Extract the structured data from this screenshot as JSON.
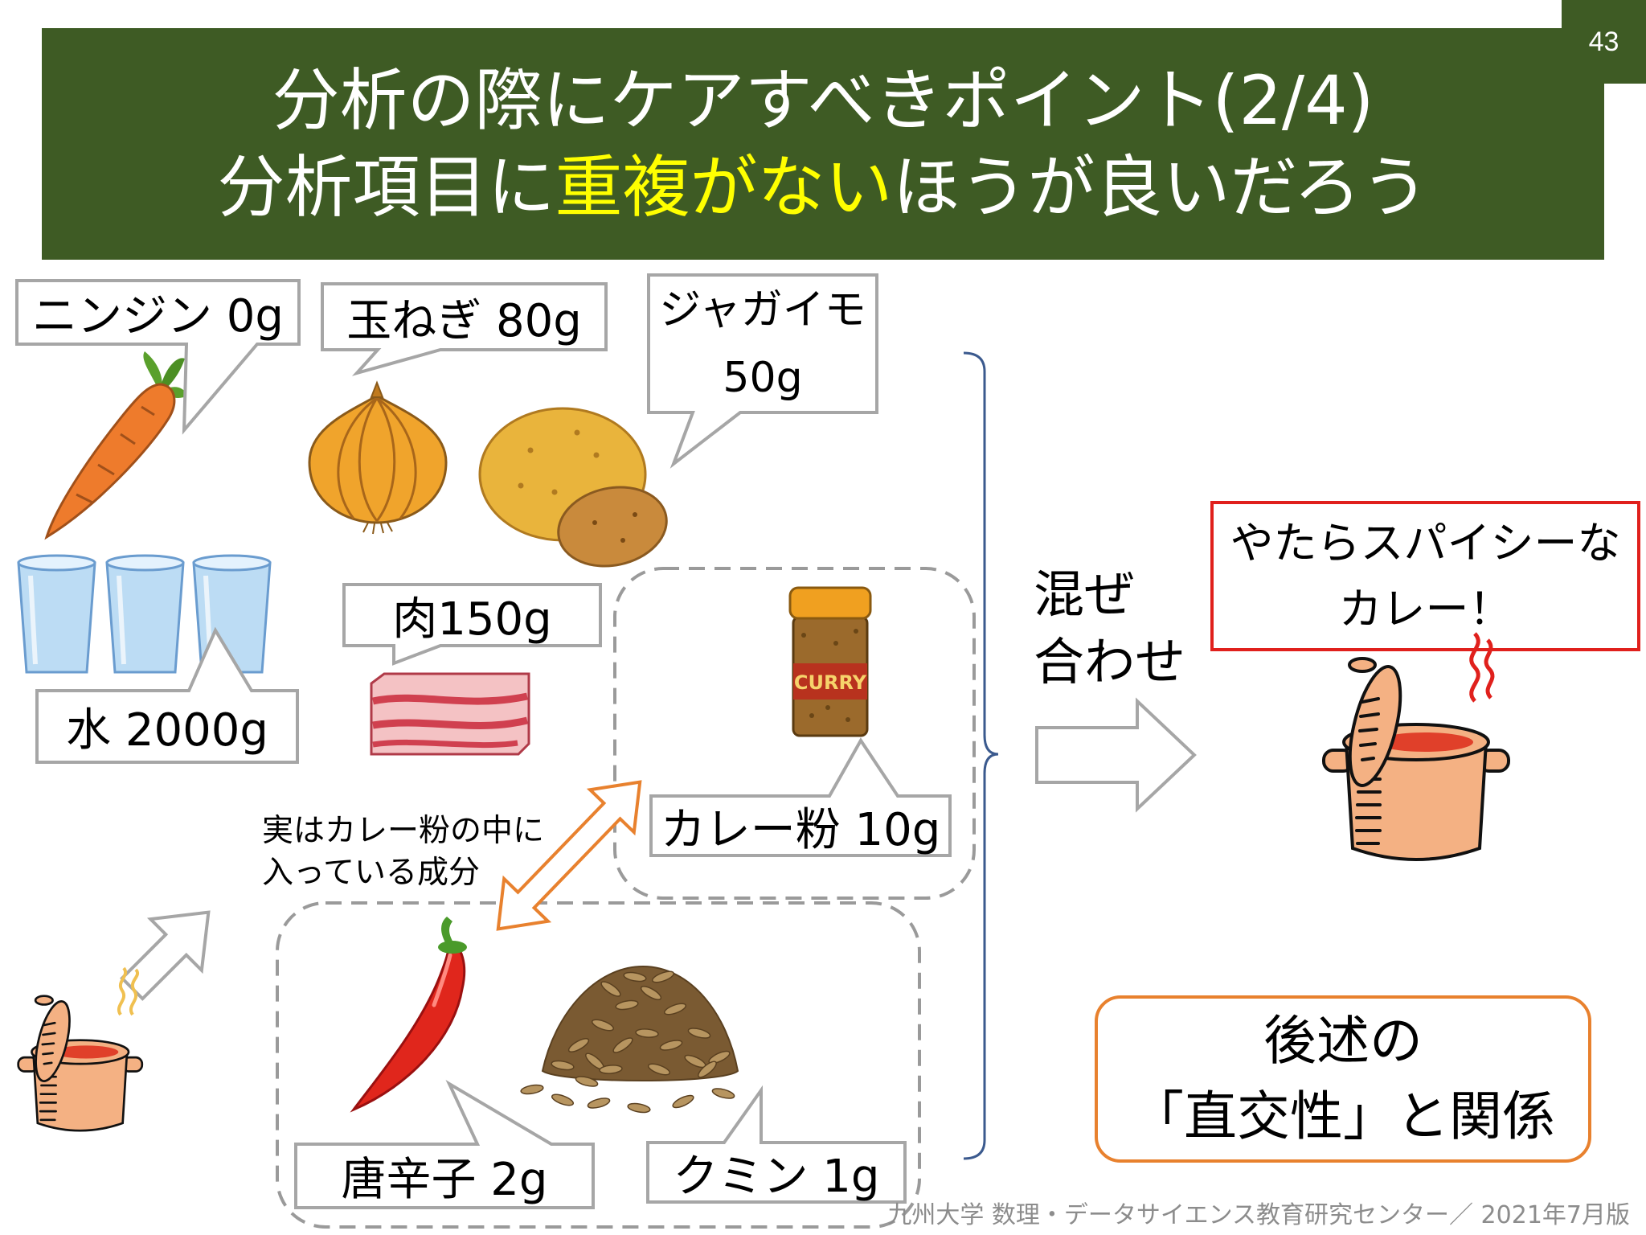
{
  "slide": {
    "page_number": "43",
    "title_line1": "分析の際にケアすべきポイント(2/4)",
    "title_line2": {
      "before": "分析項目に",
      "highlight": "重複がない",
      "after": "ほうが良いだろう"
    },
    "footer": "九州大学 数理・データサイエンス教育研究センター／ 2021年7月版"
  },
  "ingredients": {
    "carrot": "ニンジン 0g",
    "onion": "玉ねぎ 80g",
    "potato": {
      "line1": "ジャガイモ",
      "line2": "50g"
    },
    "water": "水 2000g",
    "meat": "肉150g",
    "curry_powder": "カレー粉 10g",
    "chili": "唐辛子 2g",
    "cumin": "クミン 1g"
  },
  "curry_jar_label": "CURRY",
  "mix_label": {
    "line1": "混ぜ",
    "line2": "合わせ"
  },
  "note": {
    "line1": "実はカレー粉の中に",
    "line2": "入っている成分"
  },
  "result": {
    "line1": "やたらスパイシーな",
    "line2": "カレー！"
  },
  "orthogonality": {
    "line1": "後述の",
    "line2": "「直交性」と関係"
  },
  "colors": {
    "header_bg": "#3e5b24",
    "title_text": "#ffffff",
    "highlight": "#ffff00",
    "callout_border": "#a6a6a6",
    "dashed_border": "#9a9a9a",
    "result_border": "#e0201c",
    "accent_orange": "#e8812e",
    "bracket": "#3b5a8e",
    "footer_text": "#8c8c8c"
  }
}
